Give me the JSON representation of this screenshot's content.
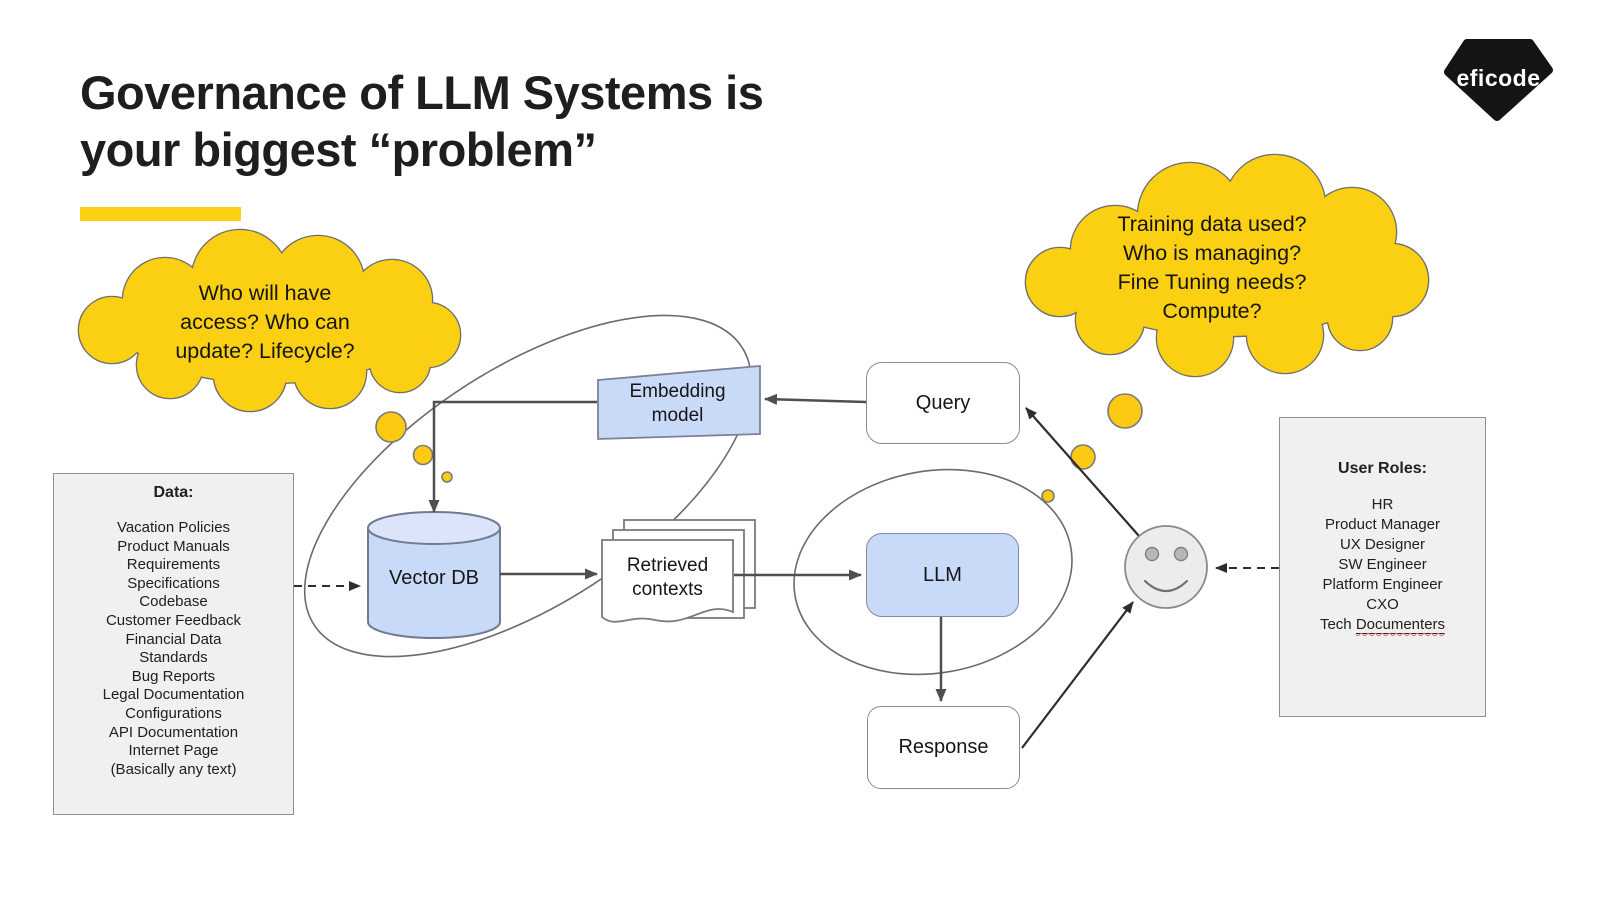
{
  "slide": {
    "title": "Governance of LLM Systems is\nyour biggest “problem”",
    "logo_text": "eficode"
  },
  "thought_clouds": {
    "left": "Who will have\naccess? Who can\nupdate? Lifecycle?",
    "right": "Training data used?\nWho is managing?\nFine Tuning needs?\nCompute?"
  },
  "data_box": {
    "title": "Data:",
    "items": [
      "Vacation Policies",
      "Product Manuals",
      "Requirements",
      "Specifications",
      "Codebase",
      "Customer Feedback",
      "Financial Data",
      "Standards",
      "Bug Reports",
      "Legal Documentation",
      "Configurations",
      "API Documentation",
      "Internet Page",
      "(Basically any text)"
    ]
  },
  "user_roles_box": {
    "title": "User Roles:",
    "items": [
      "HR",
      "Product Manager",
      "UX Designer",
      "SW Engineer",
      "Platform Engineer",
      "CXO"
    ],
    "last_item_prefix": "Tech ",
    "last_item_underlined": "Documenters"
  },
  "diagram": {
    "embedding_model": "Embedding\nmodel",
    "query": "Query",
    "vector_db": "Vector DB",
    "retrieved_contexts": "Retrieved\ncontexts",
    "llm": "LLM",
    "response": "Response"
  },
  "colors": {
    "accent_yellow": "#FCD012",
    "node_blue": "#C9DAF8",
    "box_gray": "#F0F0F1",
    "arrow_gray": "#4F4F4F",
    "logo_black": "#141414",
    "squiggle_red": "#E06666"
  }
}
